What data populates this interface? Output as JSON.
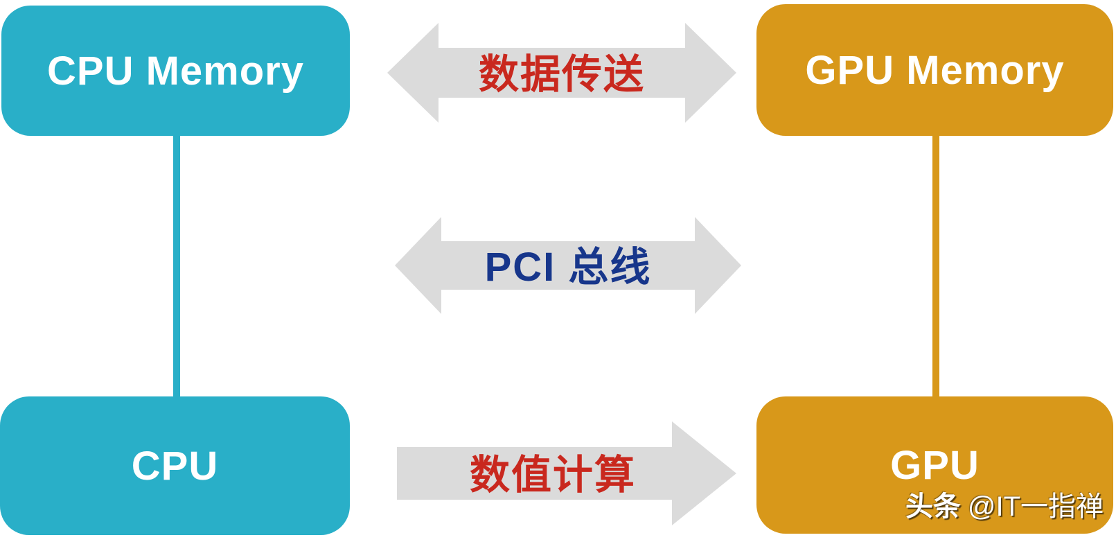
{
  "boxes": {
    "cpu_memory": {
      "label": "CPU Memory",
      "color": "#29AFC8"
    },
    "gpu_memory": {
      "label": "GPU Memory",
      "color": "#D8981A"
    },
    "cpu": {
      "label": "CPU",
      "color": "#29AFC8"
    },
    "gpu": {
      "label": "GPU",
      "color": "#D8981A"
    }
  },
  "arrows": {
    "data_transfer": {
      "label": "数据传送",
      "direction": "both",
      "text_color": "#C9281E"
    },
    "pci_bus": {
      "label": "PCI 总线",
      "direction": "both",
      "text_color": "#17368B"
    },
    "compute": {
      "label": "数值计算",
      "direction": "right",
      "text_color": "#C9281E"
    }
  },
  "watermark": {
    "source": "头条",
    "handle": "@IT一指禅"
  },
  "colors": {
    "teal": "#29AFC8",
    "orange": "#D8981A",
    "arrow_gray": "#DBDBDB",
    "red_label": "#C9281E",
    "blue_label": "#17368B",
    "box_text": "#FFFFFF"
  }
}
